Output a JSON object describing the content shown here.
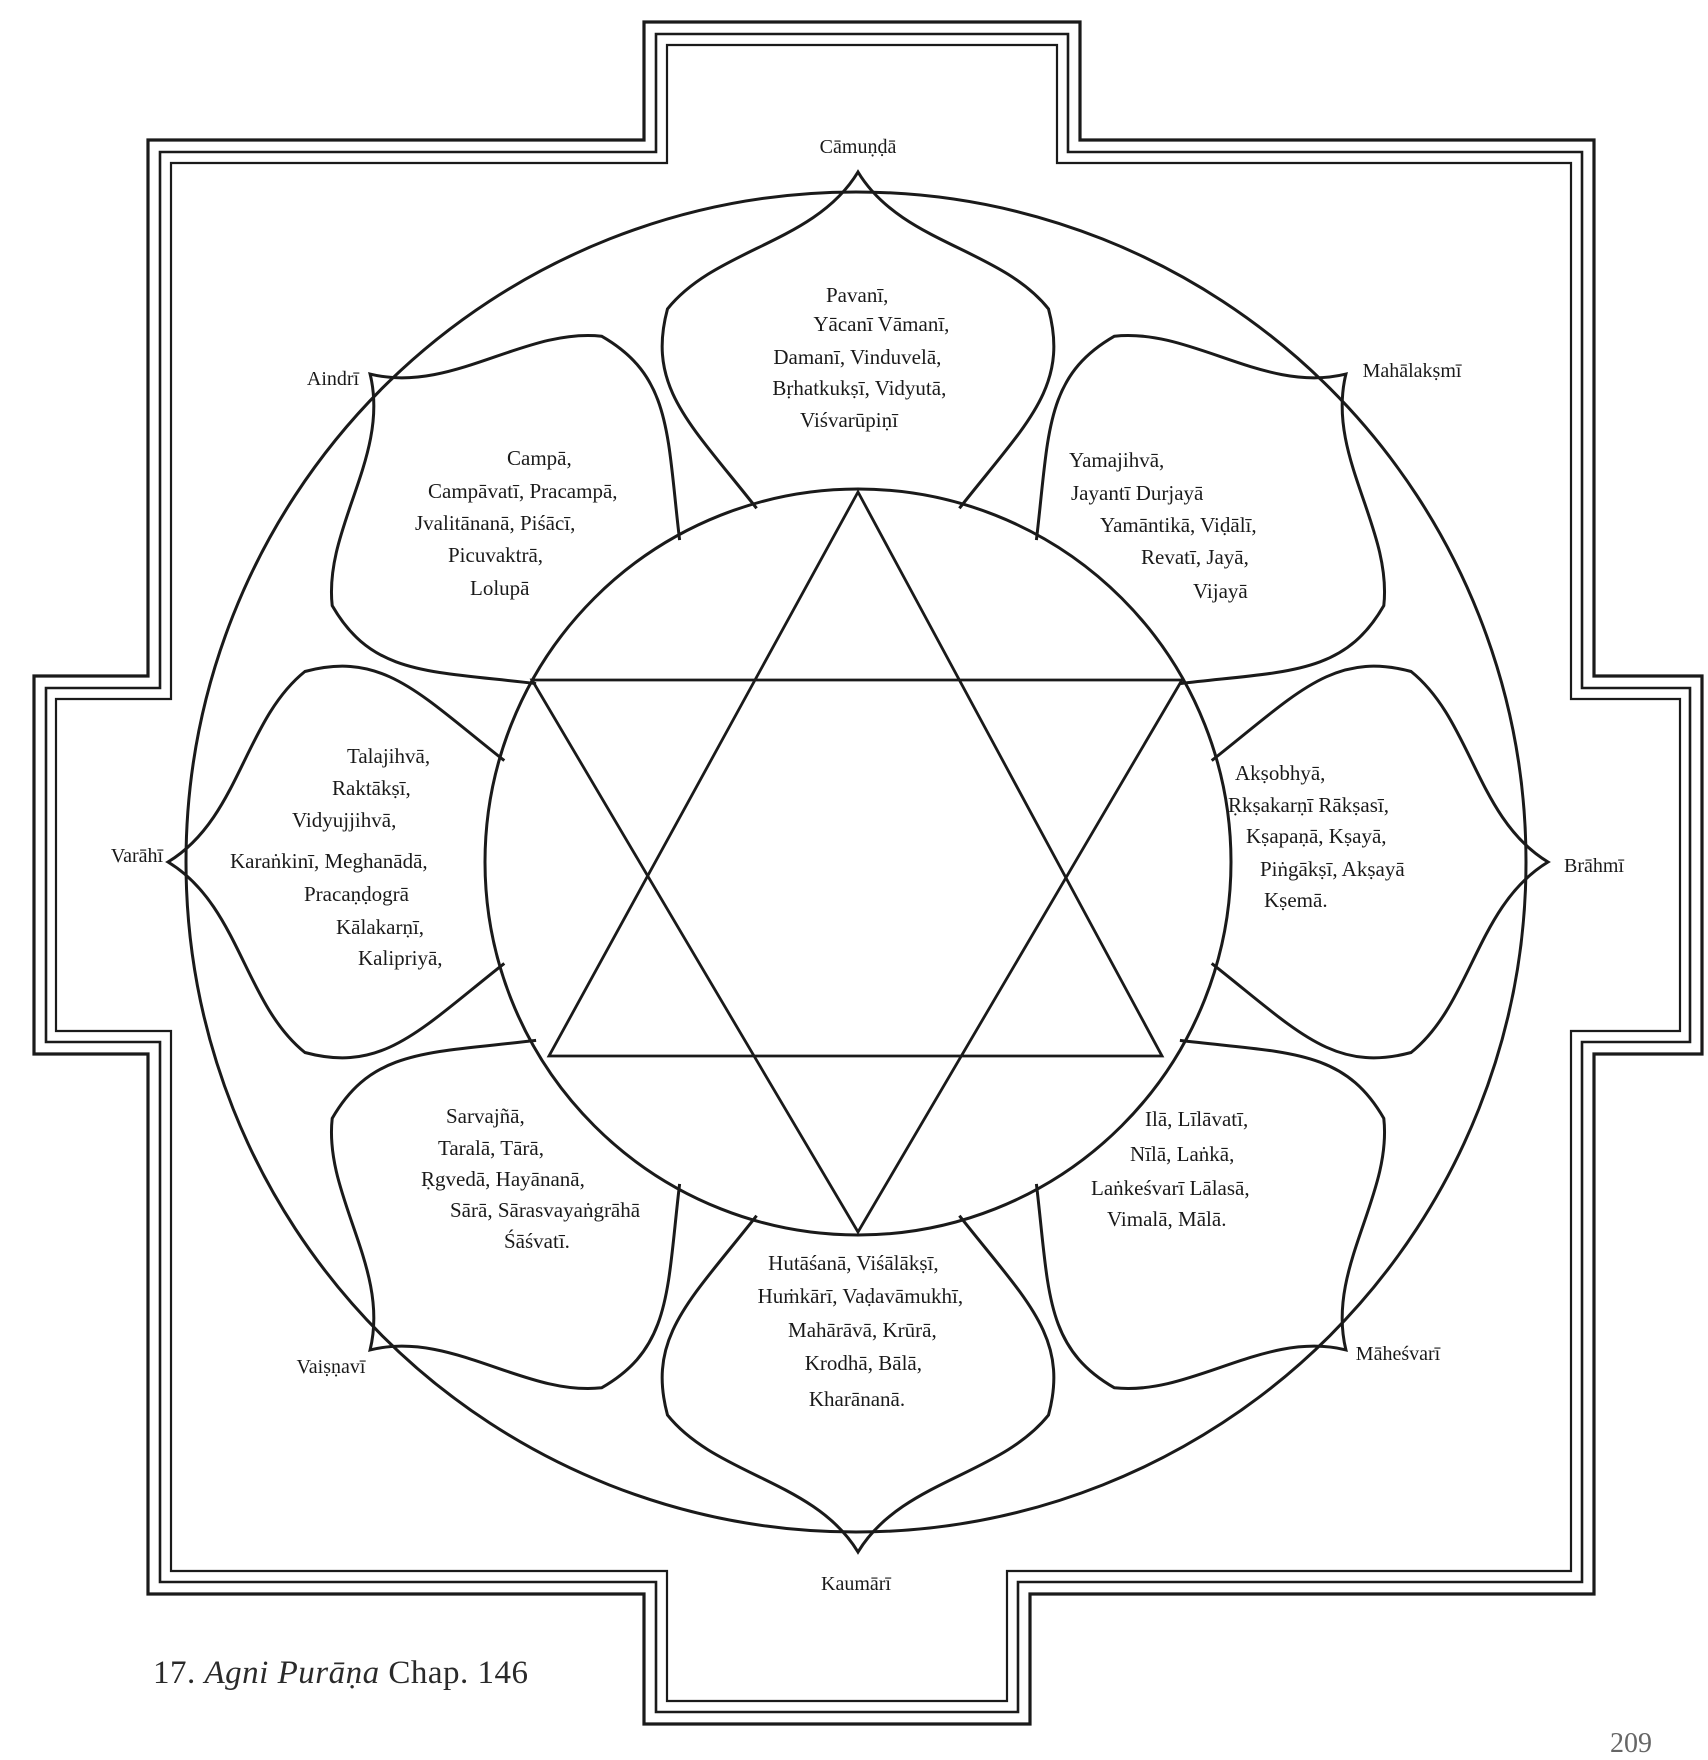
{
  "directions": {
    "top": "Cāmuṇḍā",
    "top_right": "Mahālakṣmī",
    "right": "Brāhmī",
    "bottom_right": "Māheśvarī",
    "bottom": "Kaumārī",
    "bottom_left": "Vaiṣṇavī",
    "left": "Varāhī",
    "top_left": "Aindrī"
  },
  "petals": {
    "top": [
      "Pavanī,",
      "Yācanī Vāmanī,",
      "Damanī, Vinduvelā,",
      "Bṛhatkukṣī, Vidyutā,",
      "Viśvarūpiṇī"
    ],
    "top_right": [
      "Yamajihvā,",
      "Jayantī  Durjayā",
      "Yamāntikā, Viḍālī,",
      "Revatī, Jayā,",
      "Vijayā"
    ],
    "right": [
      "Akṣobhyā,",
      "Ṛkṣakarṇī  Rākṣasī,",
      "Kṣapaṇā,  Kṣayā,",
      "Piṅgākṣī,  Akṣayā",
      "Kṣemā."
    ],
    "bottom_right": [
      "Ilā, Līlāvatī,",
      "Nīlā, Laṅkā,",
      "Laṅkeśvarī Lālasā,",
      "Vimalā, Mālā."
    ],
    "bottom": [
      "Hutāśanā,   Viśālākṣī,",
      "Huṁkārī,   Vaḍavāmukhī,",
      "Mahārāvā,   Krūrā,",
      "Krodhā, Bālā,",
      "Kharānanā."
    ],
    "bottom_left": [
      "Sarvajñā,",
      "Taralā, Tārā,",
      "Ṛgvedā, Hayānanā,",
      "Sārā, Sārasvayaṅgrāhā",
      "Śāśvatī."
    ],
    "left": [
      "Talajihvā,",
      "Raktākṣī,",
      "Vidyujjihvā,",
      "Karaṅkinī, Meghanādā,",
      "Pracaṇḍogrā",
      "Kālakarṇī,",
      "Kalipriyā,"
    ],
    "top_left": [
      "Campā,",
      "Campāvatī, Pracampā,",
      "Jvalitānanā, Piśācī,",
      "Picuvaktrā,",
      "Lolupā"
    ]
  },
  "caption": {
    "number": "17.",
    "title": "Agni Purāṇa",
    "rest": "Chap. 146"
  },
  "page_number": "209"
}
